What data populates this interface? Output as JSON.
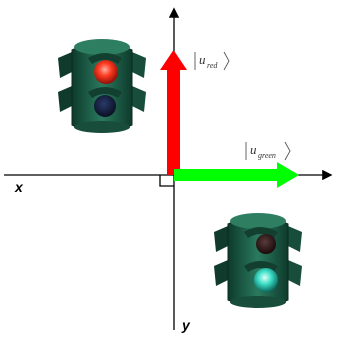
{
  "axes": {
    "x_label": "x",
    "y_label": "y"
  },
  "vectors": {
    "red": {
      "label_base": "u",
      "label_sub": "red",
      "color": "#ff0000"
    },
    "green": {
      "label_base": "u",
      "label_sub": "green",
      "color": "#00ff00"
    }
  },
  "traffic_lights": {
    "body_color": "#1e5a46",
    "top_left_lit": "red-lamp",
    "bottom_right_lit": "green-lamp"
  }
}
